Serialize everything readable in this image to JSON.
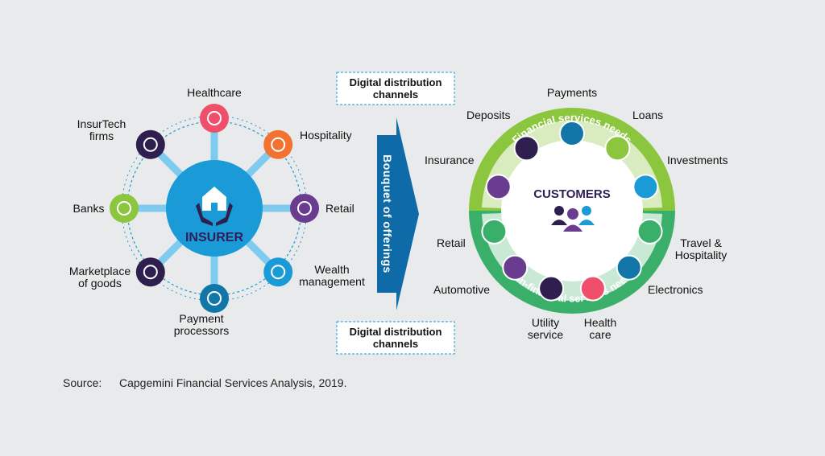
{
  "left_hub": {
    "center_label": "INSURER",
    "nodes": [
      {
        "label": "Healthcare",
        "icon": "heart-hands-icon",
        "color": "#ef4f6a"
      },
      {
        "label": "Hospitality",
        "icon": "bellhop-icon",
        "color": "#f2722f"
      },
      {
        "label": "Retail",
        "icon": "shopping-cart-icon",
        "color": "#6a3c8f"
      },
      {
        "label": "Wealth management",
        "icon": "money-stack-icon",
        "color": "#1a9bd7"
      },
      {
        "label": "Payment processors",
        "icon": "hand-coin-icon",
        "color": "#1277a8"
      },
      {
        "label": "Marketplace of goods",
        "icon": "shopping-bag-icon",
        "color": "#2e1f4f"
      },
      {
        "label": "Banks",
        "icon": "bank-icon",
        "color": "#8cc63f"
      },
      {
        "label": "InsurTech firms",
        "icon": "umbrella-people-icon",
        "color": "#2e1f4f"
      }
    ]
  },
  "channels_top": {
    "line1": "Digital distribution",
    "line2": "channels"
  },
  "channels_bottom": {
    "line1": "Digital distribution",
    "line2": "channels"
  },
  "arrow": {
    "label": "Bouquet of offerings",
    "color": "#0f6aa8"
  },
  "right_ring": {
    "center_label": "CUSTOMERS",
    "financial_title": "Financial services needs",
    "nonfinancial_title": "Non-financial services needs",
    "financial": [
      {
        "label": "Insurance",
        "icon": "house-hands-icon",
        "color": "#6a3c8f"
      },
      {
        "label": "Deposits",
        "icon": "piggy-bank-icon",
        "color": "#2e1f4f"
      },
      {
        "label": "Payments",
        "icon": "hand-coin-icon",
        "color": "#1277a8"
      },
      {
        "label": "Loans",
        "icon": "loan-hand-icon",
        "color": "#8cc63f"
      },
      {
        "label": "Investments",
        "icon": "money-stack-icon",
        "color": "#1a9bd7"
      }
    ],
    "nonfinancial": [
      {
        "label": "Retail",
        "icon": "bellhop-icon",
        "color": "#3aaf6a"
      },
      {
        "label": "Automotive",
        "icon": "bus-icon",
        "color": "#6a3c8f"
      },
      {
        "label": "Utility service",
        "icon": "gear-icon",
        "color": "#2e1f4f"
      },
      {
        "label": "Health care",
        "icon": "medical-plus-icon",
        "color": "#ef4f6a"
      },
      {
        "label": "Electronics",
        "icon": "chip-icon",
        "color": "#1277a8"
      },
      {
        "label": "Travel & Hospitality",
        "icon": "globe-plane-icon",
        "color": "#3aaf6a"
      }
    ]
  },
  "source": {
    "prefix": "Source:",
    "text": "Capgemini Financial Services Analysis, 2019."
  }
}
